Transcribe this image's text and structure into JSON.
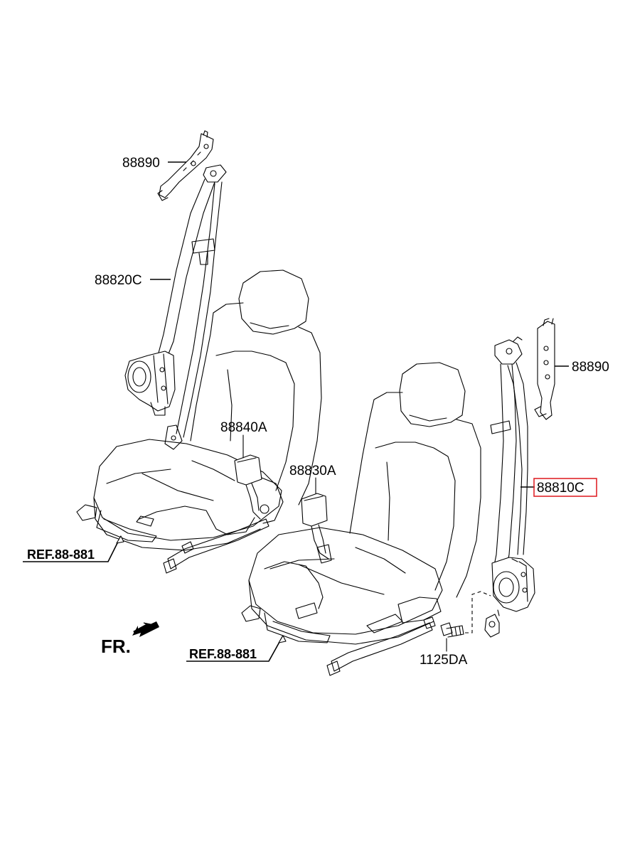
{
  "labels": {
    "p88890_left": "88890",
    "p88820c": "88820C",
    "p88840a": "88840A",
    "p88830a": "88830A",
    "p88890_right": "88890",
    "p88810c": "88810C",
    "p1125da": "1125DA",
    "ref_left": "REF.88-881",
    "ref_right": "REF.88-881",
    "fr": "FR."
  },
  "highlight": {
    "part": "88810C",
    "color": "#e0262b"
  },
  "icons": [
    "front-direction-arrow-icon"
  ]
}
